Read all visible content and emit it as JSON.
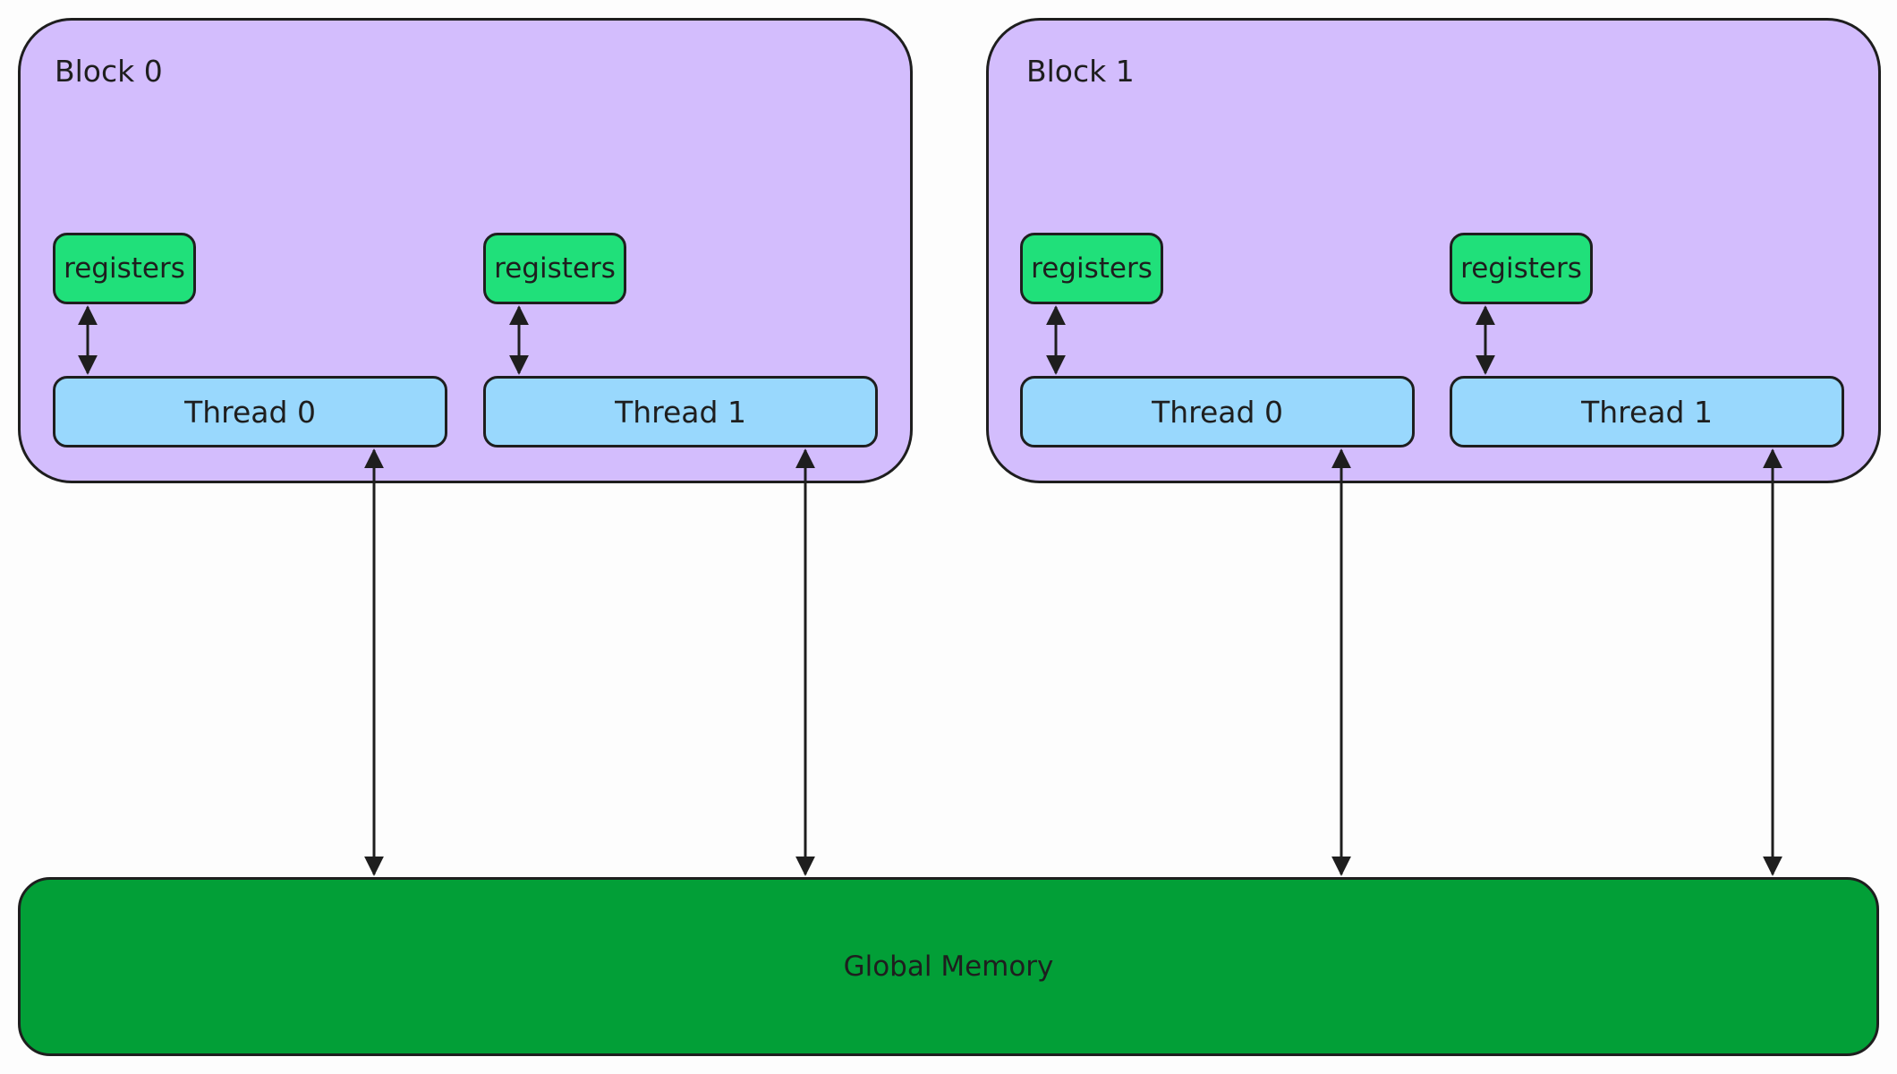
{
  "blocks": [
    {
      "label": "Block 0",
      "threads": [
        {
          "label": "Thread 0",
          "register_label": "registers"
        },
        {
          "label": "Thread 1",
          "register_label": "registers"
        }
      ]
    },
    {
      "label": "Block 1",
      "threads": [
        {
          "label": "Thread 0",
          "register_label": "registers"
        },
        {
          "label": "Thread 1",
          "register_label": "registers"
        }
      ]
    }
  ],
  "global_memory": {
    "label": "Global Memory"
  },
  "colors": {
    "block_fill": "#d3bdfd",
    "registers_fill": "#20e07a",
    "thread_fill": "#99d8fd",
    "global_memory_fill": "#029f37",
    "stroke": "#1e1e1e"
  }
}
